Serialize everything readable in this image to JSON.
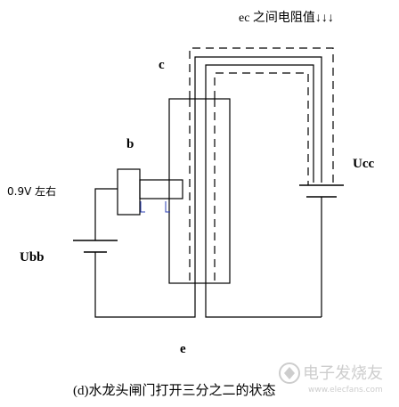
{
  "labels": {
    "top_right_note": "ec 之间电阻值↓↓↓",
    "c": "c",
    "b": "b",
    "ucc": "Ucc",
    "voltage": "0.9V 左右",
    "ubb": "Ubb",
    "e": "e",
    "caption": "(d)水龙头闸门打开三分之二的状态"
  },
  "watermark": {
    "text": "电子发烧友",
    "url": "www.elecfans.com"
  },
  "colors": {
    "line": "#000000",
    "bracket_blue": "#2b3fb5",
    "watermark": "#c8c8c8"
  }
}
